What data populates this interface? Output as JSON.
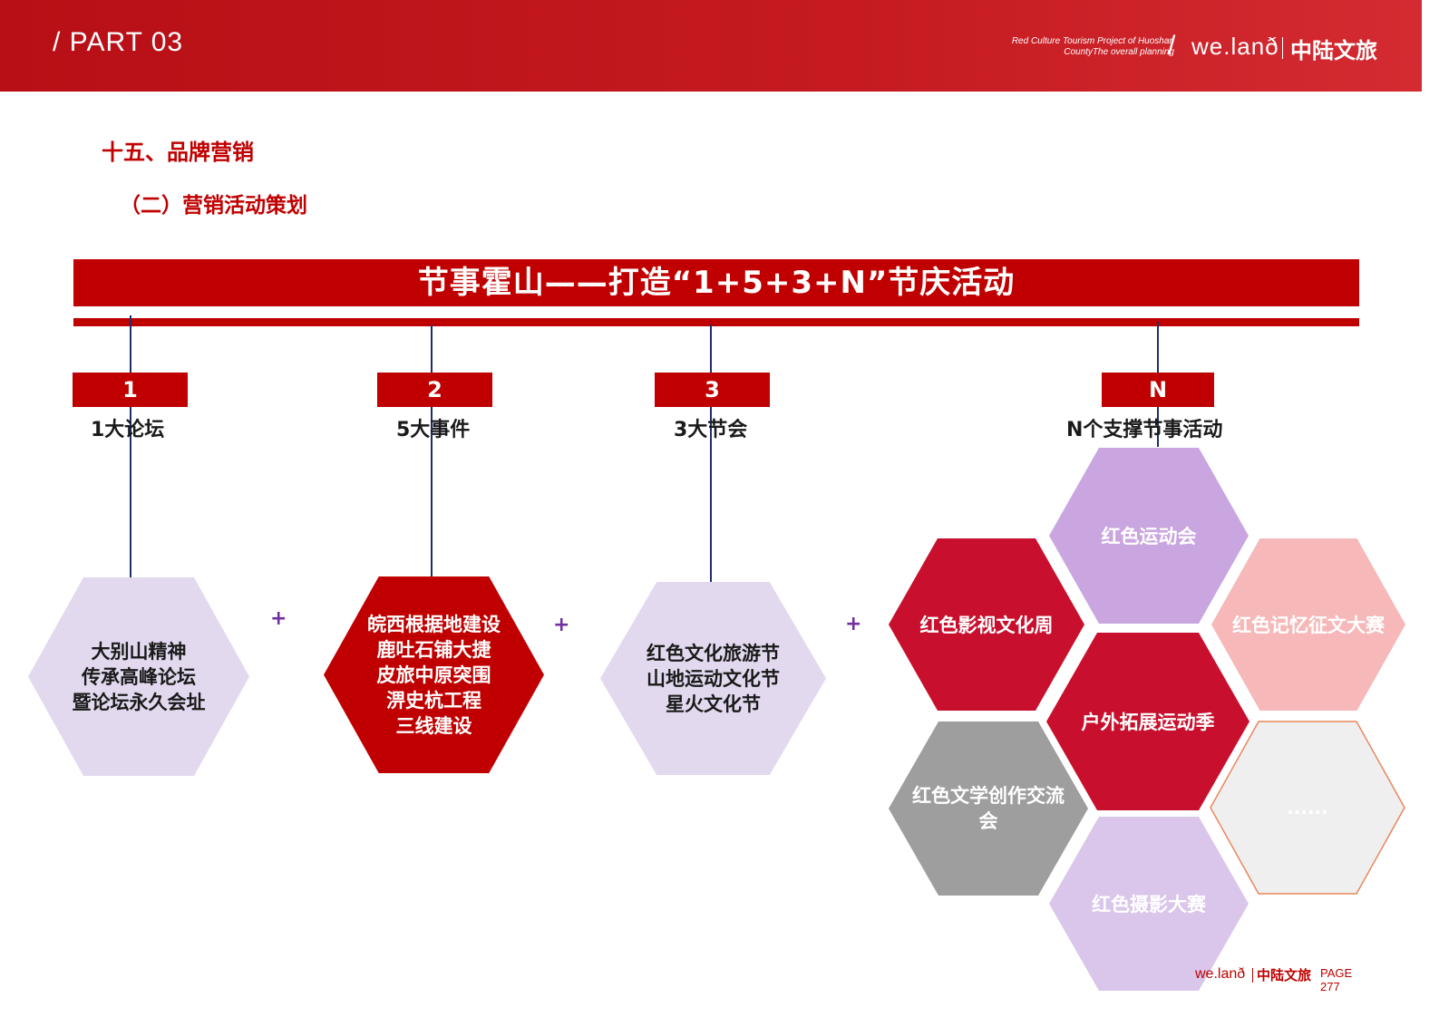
{
  "header": {
    "part": "/ PART 03",
    "project_line1": "Red Culture Tourism Project of Huoshan",
    "project_line2": "CountyThe overall planning",
    "slash": "/",
    "brand_en": "we.lanð",
    "brand_cn": "中陆文旅"
  },
  "headings": {
    "section": "十五、品牌营销",
    "subsection": "（二）营销活动策划"
  },
  "banner": {
    "title": "节事霍山——打造“1+5+3+N”节庆活动"
  },
  "categories": [
    {
      "tab": "1",
      "caption": "1大论坛",
      "lines": [
        "大别山精神",
        "传承高峰论坛",
        "暨论坛永久会址"
      ]
    },
    {
      "tab": "2",
      "caption": "5大事件",
      "lines": [
        "皖西根据地建设",
        "鹿吐石铺大捷",
        "皮旅中原突围",
        "淠史杭工程",
        "三线建设"
      ]
    },
    {
      "tab": "3",
      "caption": "3大节会",
      "lines": [
        "红色文化旅游节",
        "山地运动文化节",
        "星火文化节"
      ]
    },
    {
      "tab": "N",
      "caption": "N个支撑节事活动"
    }
  ],
  "plus_sign": "+",
  "n_activities": [
    {
      "label": "红色运动会"
    },
    {
      "label": "红色影视文化周"
    },
    {
      "label": "红色记忆征文大赛"
    },
    {
      "label": "户外拓展运动季"
    },
    {
      "label": "红色文学创作交流会"
    },
    {
      "label": "......"
    },
    {
      "label": "红色摄影大赛"
    }
  ],
  "footer": {
    "brand_en": "we.lanð",
    "brand_cn": "中陆文旅",
    "page_label": "PAGE",
    "page_number": "277"
  },
  "colors": {
    "primary_red": "#c00000",
    "header_red": "#c41a20",
    "light_lavender": "#e2d9ef",
    "purple": "#c9a6e0",
    "pink": "#f6b8b9",
    "gray": "#9e9e9e",
    "connector": "#1f2d6b",
    "plus": "#7030a0",
    "outline_orange": "#e9875c"
  }
}
